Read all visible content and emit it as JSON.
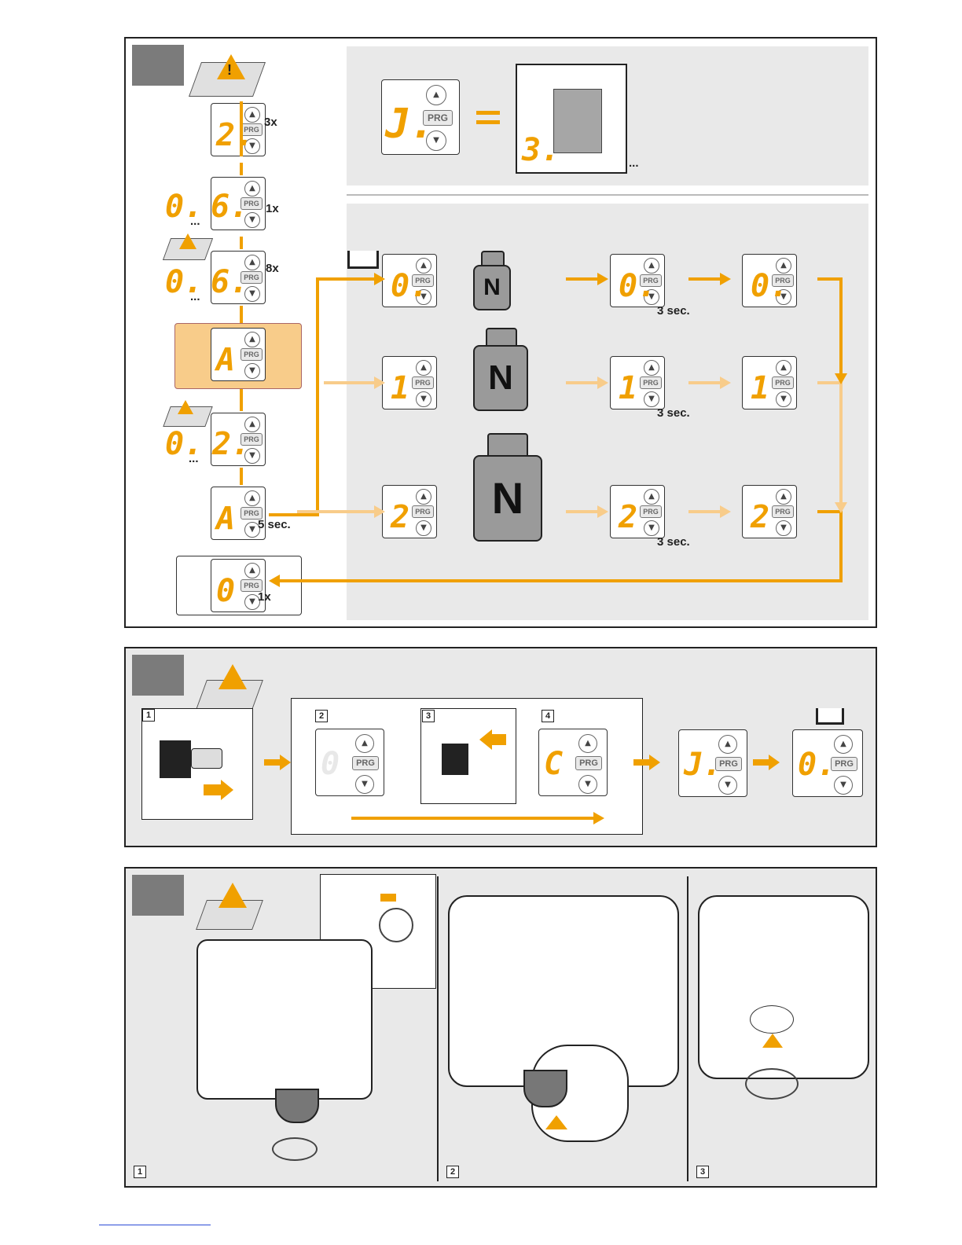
{
  "colors": {
    "accent": "#f0a000",
    "accent_light": "#f8cc8a",
    "panel_gray": "#e9e9e9",
    "tag_gray": "#7b7b7b"
  },
  "icons": [
    "warning-icon",
    "manual-icon",
    "factory-icon",
    "weight-icon",
    "hand-icon",
    "plug-icon",
    "bulb-icon",
    "clip-icon"
  ],
  "steps": {
    "press_3x": "3x",
    "press_1x": "1x",
    "press_8x": "8x",
    "hold_5": "5 sec.",
    "hold_3": "3 sec.",
    "final_1x": "1x",
    "ellipsis": "..."
  },
  "keypad": {
    "prg": "PRG",
    "up": "▲",
    "down": "▼"
  },
  "displays": {
    "d2": "2.",
    "d0": "0.",
    "d6": "6.",
    "dA": "A",
    "d2b": "2.",
    "dJ": "J.",
    "d3": "3.",
    "dC": "C",
    "d1": "1",
    "d0b": "0",
    "d2c": "2"
  },
  "weight_label": "N",
  "panel2": {
    "step1": "1",
    "step2": "2",
    "step3": "3",
    "step4": "4"
  },
  "panel3": {
    "step1": "1",
    "step2": "2",
    "step3": "3"
  }
}
